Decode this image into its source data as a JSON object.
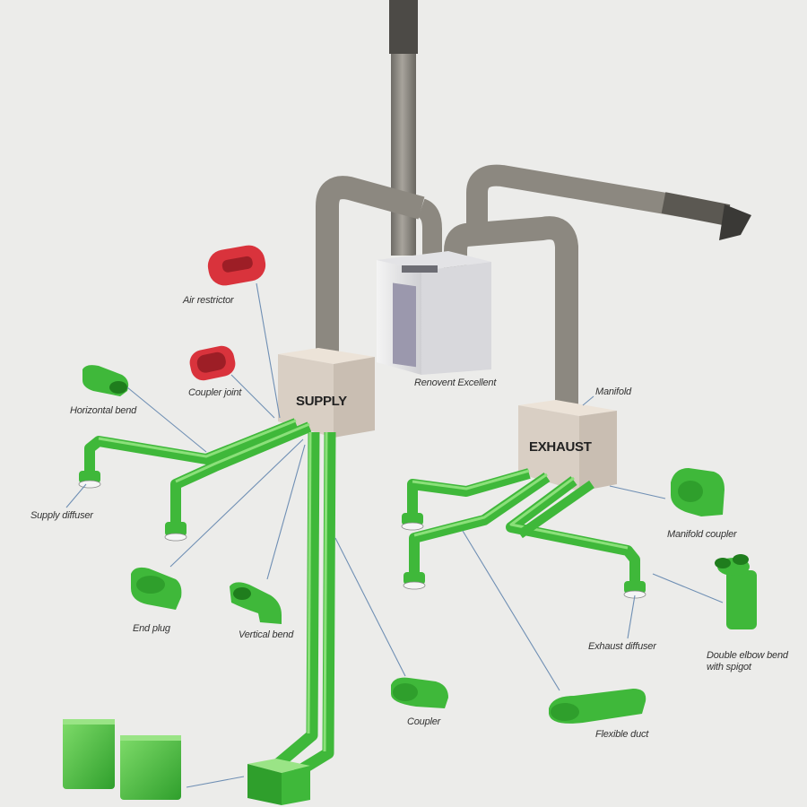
{
  "colors": {
    "background": "#ececea",
    "duct_grey": "#8c8880",
    "fitting_green": "#3fb83a",
    "fitting_red": "#d9333c",
    "box_beige": "#d9cfc4",
    "leader_blue": "#6f8fb4"
  },
  "boxes": {
    "supply": "SUPPLY",
    "exhaust": "EXHAUST"
  },
  "labels": {
    "air_restrictor": "Air restrictor",
    "coupler_joint": "Coupler joint",
    "horizontal_bend": "Horizontal bend",
    "supply_diffuser": "Supply diffuser",
    "end_plug": "End plug",
    "vertical_bend": "Vertical bend",
    "coupler": "Coupler",
    "unit": "Renovent Excellent",
    "manifold": "Manifold",
    "manifold_coupler": "Manifold coupler",
    "exhaust_diffuser": "Exhaust diffuser",
    "double_elbow_line1": "Double elbow bend",
    "double_elbow_line2": "with spigot",
    "flexible_duct": "Flexible duct"
  }
}
